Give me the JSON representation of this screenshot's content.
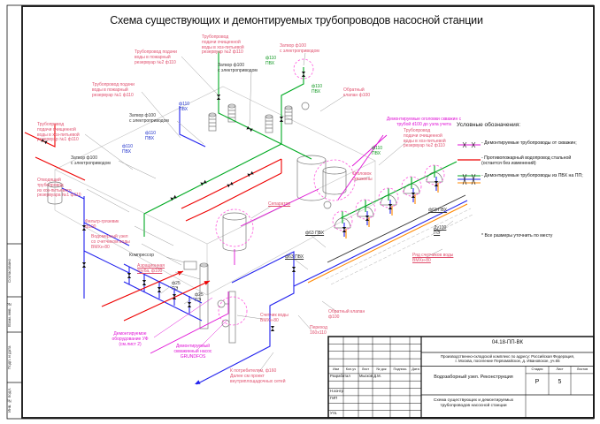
{
  "page": {
    "title": "Схема существующих и демонтируемых трубопроводов насосной станции"
  },
  "sidebar": {
    "labels": [
      "Согласовано",
      "Взам. инв. №",
      "Подп. и дата",
      "Инв. № подл."
    ]
  },
  "legend": {
    "heading": "Условные обозначения:",
    "items": [
      {
        "label": "- Демонтируемые трубопроводы от скважин;"
      },
      {
        "label": "- Противопожарный водопровод стальной\n(остается без изменений)"
      },
      {
        "label": "- Демонтируемые трубопроводы из ПВХ на ПП;"
      }
    ],
    "note": "* Все размеры уточнить по месту"
  },
  "colors": {
    "dismantled_wells": "#e011d6",
    "fire_water": "#ee0000",
    "pvc_green": "#00aa22",
    "pvc_blue": "#2222ee",
    "pvc_orange": "#ff8800"
  },
  "diagram": {
    "labels": [
      {
        "t": "Трубопровод подачи\nводы в пожарный\nрезервуар №2 ф110"
      },
      {
        "t": "Трубопровод\nподачи очищенной\nводы в хоз-питьевой\nрезервуар №2 ф110"
      },
      {
        "t": "Затвор ф100\nс электроприводом"
      },
      {
        "t": "Обратный\nклапан ф100"
      },
      {
        "t": "Затвор ф100\nс электроприводом"
      },
      {
        "t": "ф110\nПВХ"
      },
      {
        "t": "ф110\nПВХ"
      },
      {
        "t": "ф110\nПВХ"
      },
      {
        "t": "Трубопровод подачи\nводы в пожарный\nрезервуар №1 ф110"
      },
      {
        "t": "Затвор ф100\nс электроприводом"
      },
      {
        "t": "ф110\nПВХ"
      },
      {
        "t": "ф110\nПВХ"
      },
      {
        "t": "Трубопровод\nподачи очищенной\nводы в хоз-питьевой\nрезервуар №1 ф110"
      },
      {
        "t": "Затвор ф100\nс электроприводом"
      },
      {
        "t": "Отводящий\nтрубопровод\nиз хоз-питьевого\nрезервуара №1 ф110"
      },
      {
        "t": "Демонтируемые оголовки скважин с\nтрубой d100 до узла учета"
      },
      {
        "t": "Трубопровод\nподачи очищенной\nводы в хоз-питьевой\nрезервуар №2 ф110"
      },
      {
        "t": "ф110\nПВХ"
      },
      {
        "t": "Оголовок\nскважины"
      },
      {
        "t": "Фильтр-грязевик\nф100"
      },
      {
        "t": "Водомерный узел\nсо счетчиком воды\nВМХн-80"
      },
      {
        "t": "Компрессор"
      },
      {
        "t": "Аэрационная\nтруба, ф100"
      },
      {
        "t": "ф25\nПЭ"
      },
      {
        "t": "ф25\nПЭ"
      },
      {
        "t": "Сепаратор"
      },
      {
        "t": "ф63 ПВХ"
      },
      {
        "t": "ф63 ПВХ"
      },
      {
        "t": "ф63 ПВХ"
      },
      {
        "t": "Ду100\nПЭ"
      },
      {
        "t": "Ряд счетчиков воды\nВМХн-80"
      },
      {
        "t": "Демонтируемое\nоборудование УФ\n(см.лист 2)"
      },
      {
        "t": "Демонтируемый\nскважинный насос\nGRUNDFOS"
      },
      {
        "t": "Счетчик воды\nВМХн-80"
      },
      {
        "t": "Переход\n160х110"
      },
      {
        "t": "Обратный клапан\nф100"
      },
      {
        "t": "К потребителям, ф160\nДалее см проект\nвнутриплощадочных сетей"
      }
    ]
  },
  "titleblock": {
    "doc_number": "04.18-ПП-ВК",
    "project": "Производственно-складской комплекс по адресу: Российская Федерация,\nг. Москва, поселение Первомайское, д. Ивановское, уч.65",
    "object_title": "Водозаборный узел. Реконструкция",
    "sheet_title": "Схема существующих и демонтируемых\nтрубопроводов насосной станции",
    "columns": [
      "Изм",
      "Кол.уч",
      "Лист",
      "№ док",
      "Подпись",
      "Дата"
    ],
    "stage_header": [
      "Стадия",
      "Лист",
      "Листов"
    ],
    "stage": "Р",
    "sheet_number": "5",
    "roles": [
      {
        "role": "Разработал",
        "name": "Мысков Д.М."
      },
      {
        "role": "Н.контр",
        "name": ""
      },
      {
        "role": "ГИП",
        "name": ""
      },
      {
        "role": "Утв.",
        "name": ""
      }
    ]
  }
}
